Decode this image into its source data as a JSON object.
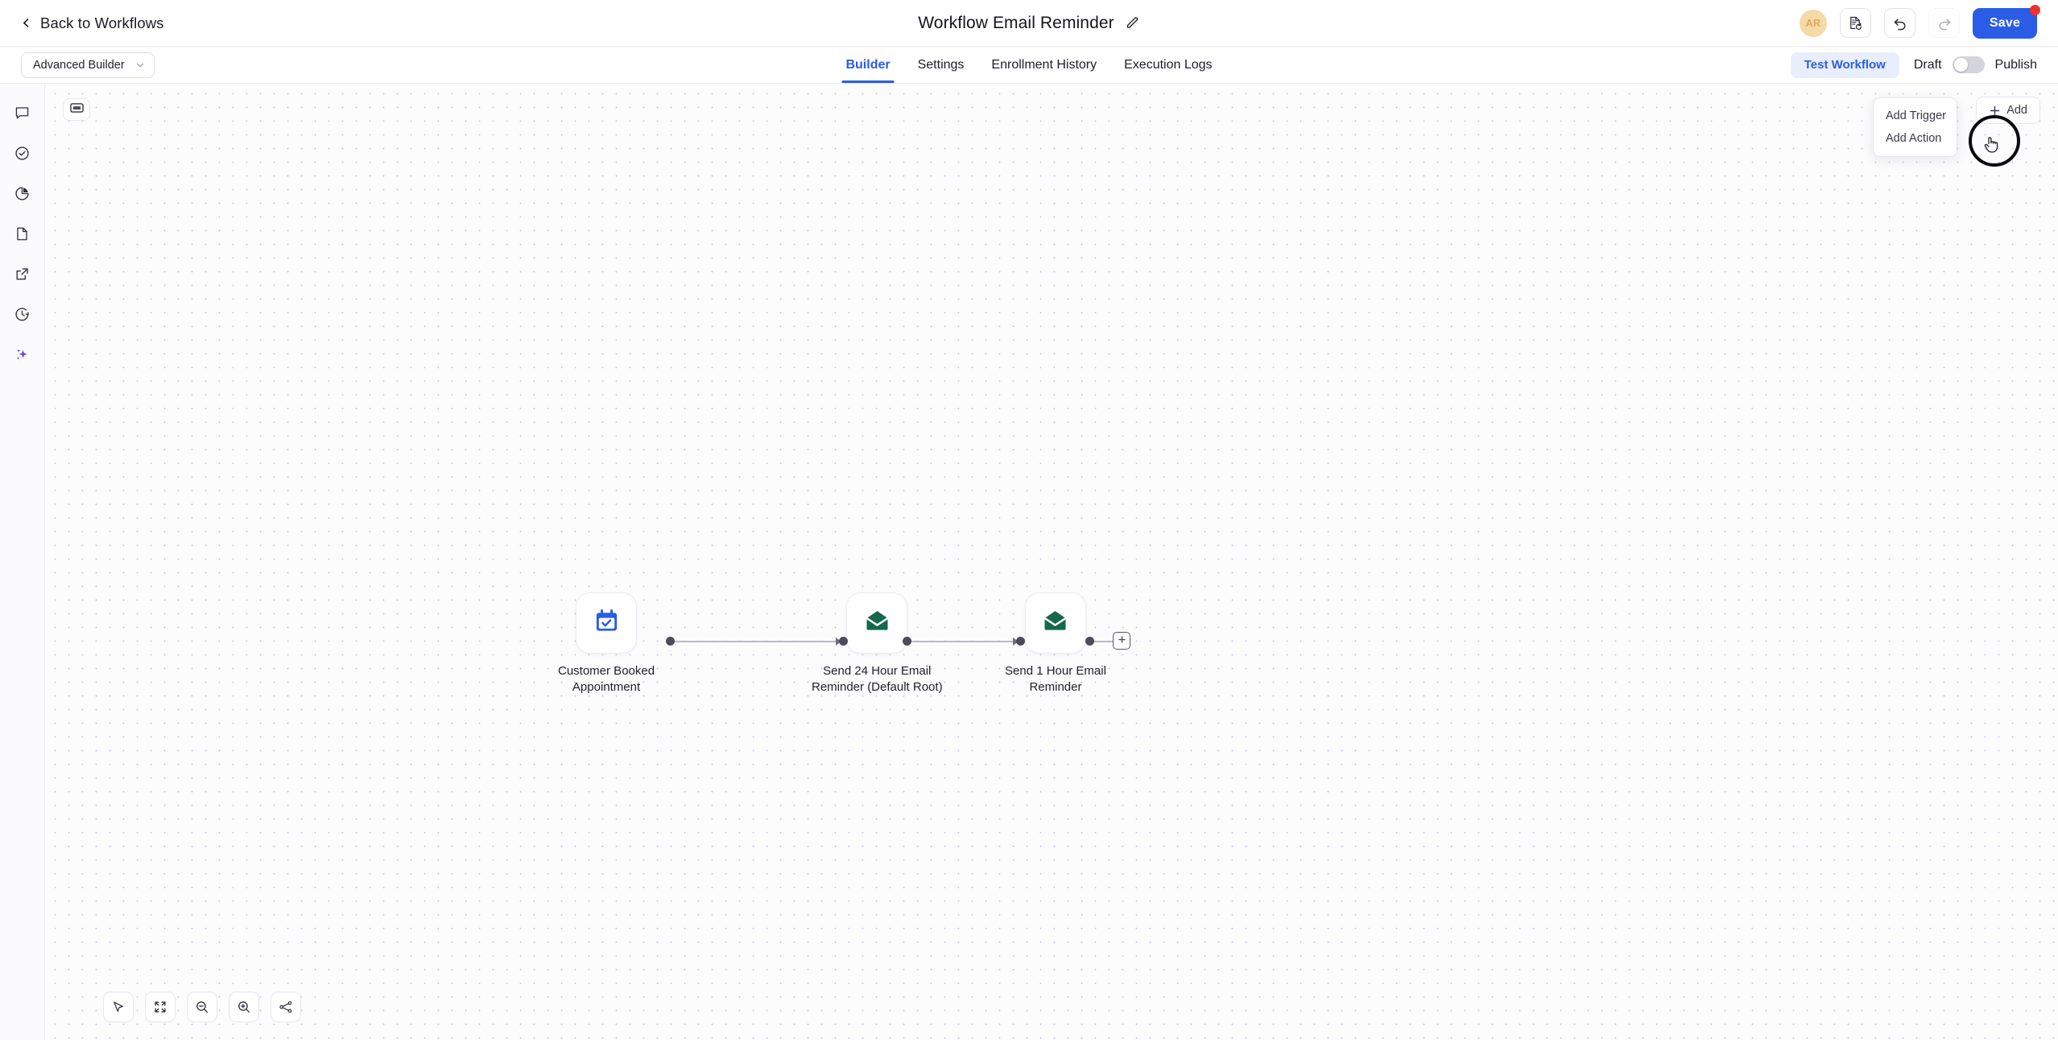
{
  "header": {
    "back_label": "Back to Workflows",
    "back_icon": "chevron-left-icon",
    "title": "Workflow Email Reminder",
    "title_edit_icon": "pencil-icon",
    "avatar_initials": "AR",
    "avatar_color": "#f6d9a8",
    "version_icon": "document-history-icon",
    "undo_icon": "undo-arrow-icon",
    "redo_icon": "redo-arrow-icon",
    "save_label": "Save",
    "save_color": "#2b5ce6",
    "save_badge_color": "#f03030"
  },
  "tabbar": {
    "builder_select_value": "Advanced Builder",
    "builder_select_icon": "chevron-down-icon",
    "tabs": [
      {
        "label": "Builder",
        "active": true
      },
      {
        "label": "Settings",
        "active": false
      },
      {
        "label": "Enrollment History",
        "active": false
      },
      {
        "label": "Execution Logs",
        "active": false
      }
    ],
    "active_color": "#2b5ce6",
    "test_workflow_label": "Test Workflow",
    "draft_label": "Draft",
    "publish_label": "Publish",
    "toggle_state": "off"
  },
  "leftrail": {
    "items": [
      {
        "icon": "chat-bubble-icon",
        "color": "#2f2f3d"
      },
      {
        "icon": "check-circle-icon",
        "color": "#2f2f3d"
      },
      {
        "icon": "pie-chart-icon",
        "color": "#2f2f3d"
      },
      {
        "icon": "document-icon",
        "color": "#2f2f3d"
      },
      {
        "icon": "external-link-icon",
        "color": "#2f2f3d"
      },
      {
        "icon": "clock-history-icon",
        "color": "#2f2f3d"
      },
      {
        "icon": "sparkles-ai-icon",
        "color": "#7243e0"
      }
    ]
  },
  "canvas": {
    "minimap_icon": "minimap-icon",
    "add_button_label": "Add",
    "add_button_icon": "plus-icon",
    "add_menu": [
      {
        "label": "Add Trigger"
      },
      {
        "label": "Add Action"
      }
    ],
    "cursor_icon": "pointing-hand-cursor",
    "click_highlight": true
  },
  "flow": {
    "nodes": [
      {
        "id": "trigger-customer-booked",
        "label": "Customer Booked\nAppointment",
        "icon": "calendar-check-icon",
        "icon_color": "#2b5ce6",
        "type": "trigger"
      },
      {
        "id": "action-send-24-hour",
        "label": "Send 24 Hour Email\nReminder (Default Root)",
        "icon": "envelope-open-icon",
        "icon_color": "#15684a",
        "type": "action"
      },
      {
        "id": "action-send-1-hour",
        "label": "Send 1 Hour Email\nReminder",
        "icon": "envelope-open-icon",
        "icon_color": "#15684a",
        "type": "action"
      }
    ],
    "endpoint_icon": "plus-in-square-icon",
    "edge_color": "#b9b9c8",
    "handle_color": "#4b4b5c"
  },
  "bottom_toolbar": {
    "items": [
      {
        "icon": "pointer-cursor-icon"
      },
      {
        "icon": "fit-to-screen-icon"
      },
      {
        "icon": "zoom-out-icon"
      },
      {
        "icon": "zoom-in-icon"
      },
      {
        "icon": "auto-layout-tree-icon"
      }
    ]
  }
}
